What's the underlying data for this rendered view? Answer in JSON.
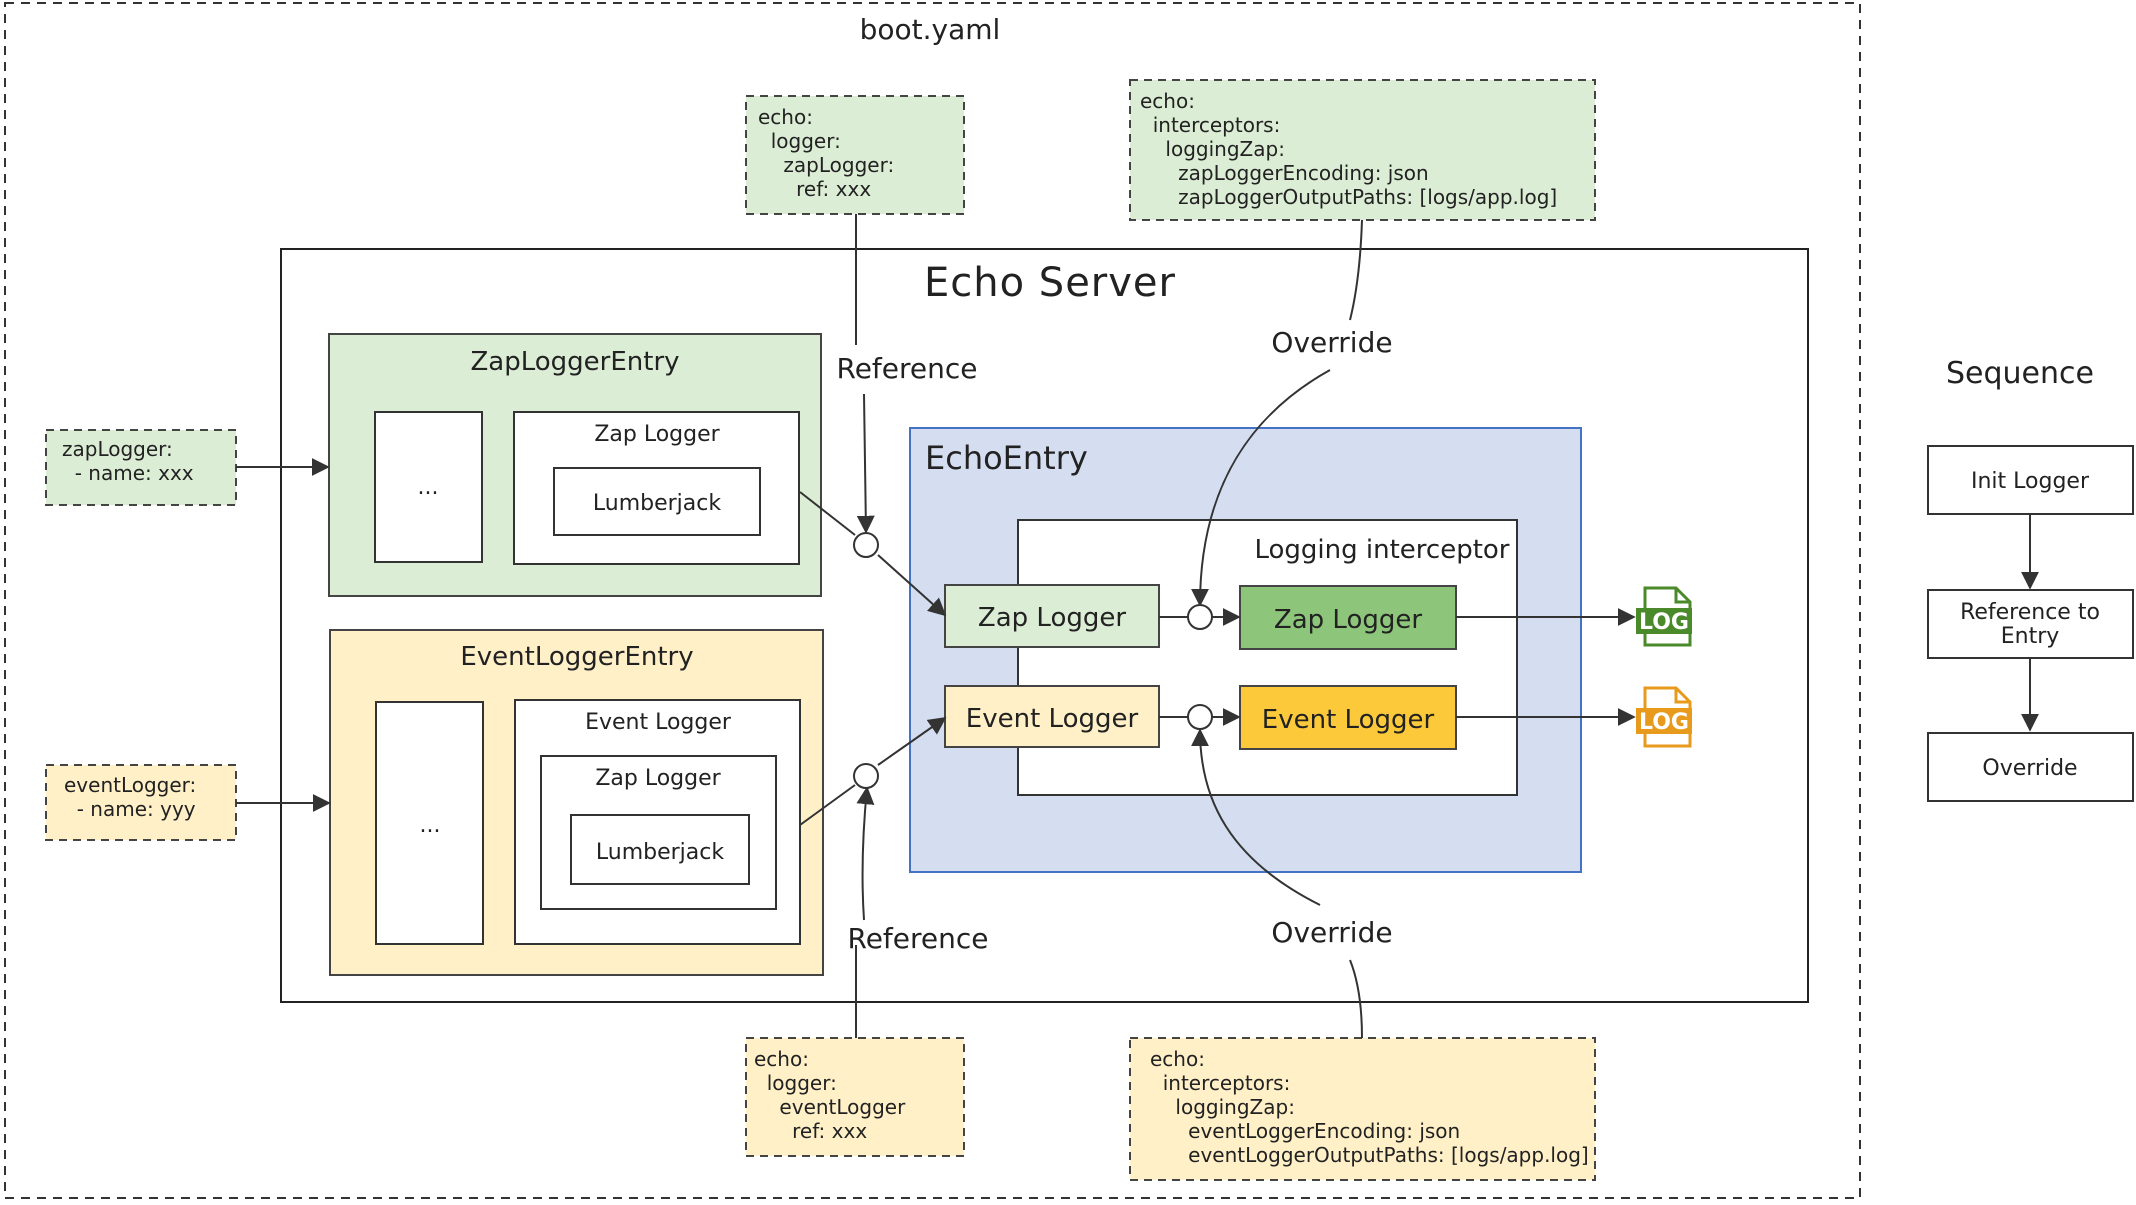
{
  "boot_title": "boot.yaml",
  "server_title": "Echo Server",
  "sequence": {
    "title": "Sequence",
    "steps": [
      "Init Logger",
      "Reference to\nEntry",
      "Override"
    ]
  },
  "zap_entry": {
    "title": "ZapLoggerEntry",
    "placeholder": "...",
    "logger_label": "Zap Logger",
    "inner_label": "Lumberjack"
  },
  "event_entry": {
    "title": "EventLoggerEntry",
    "placeholder": "...",
    "logger_label": "Event Logger",
    "zap_label": "Zap Logger",
    "inner_label": "Lumberjack"
  },
  "echo_entry": {
    "title": "EchoEntry",
    "zap_logger": "Zap Logger",
    "event_logger": "Event Logger",
    "interceptor": {
      "title": "Logging interceptor",
      "zap_logger": "Zap Logger",
      "event_logger": "Event Logger"
    }
  },
  "configs": {
    "zap_config": "zapLogger:\n  - name: xxx",
    "event_config": "eventLogger:\n  - name: yyy",
    "zap_ref": "echo:\n  logger:\n    zapLogger:\n      ref: xxx",
    "event_ref": "echo:\n  logger:\n    eventLogger\n      ref: xxx",
    "zap_override": "echo:\n  interceptors:\n    loggingZap:\n      zapLoggerEncoding: json\n      zapLoggerOutputPaths: [logs/app.log]",
    "event_override": "echo:\n  interceptors:\n    loggingZap:\n      eventLoggerEncoding: json\n      eventLoggerOutputPaths: [logs/app.log]"
  },
  "labels": {
    "reference_top": "Reference",
    "reference_bottom": "Reference",
    "override_top": "Override",
    "override_bottom": "Override"
  },
  "log_icon_text": "LOG",
  "colors": {
    "green_fill": "#dcedd5",
    "yellow_fill": "#fff0c8",
    "blue_fill": "#d5def0",
    "blue_border": "#4472c4",
    "zap_strong": "#8dc57a",
    "event_strong": "#fcc93a",
    "log_green": "#4a8a2a",
    "log_orange": "#e89a1c"
  }
}
